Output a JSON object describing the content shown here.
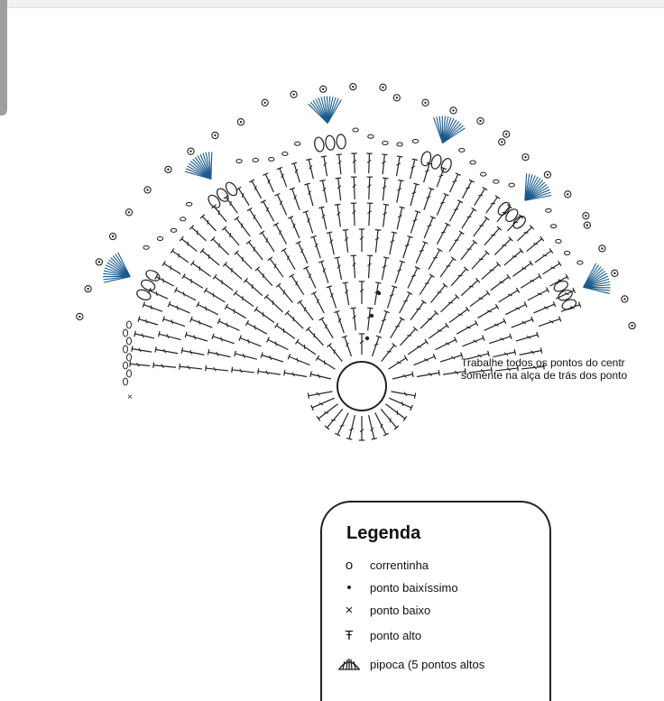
{
  "note": {
    "line1": "Trabalhe todos  os pontos do centr",
    "line2": "somente na alça de trás dos ponto"
  },
  "legend": {
    "title": "Legenda",
    "items": [
      {
        "symbol": "o",
        "icon": "chain-icon",
        "label": "correntinha"
      },
      {
        "symbol": "•",
        "icon": "slip-stitch-icon",
        "label": "ponto baixíssimo"
      },
      {
        "symbol": "×",
        "icon": "single-crochet-icon",
        "label": "ponto baixo"
      },
      {
        "symbol": "Ŧ",
        "icon": "double-crochet-icon",
        "label": "ponto alto"
      },
      {
        "symbol": "",
        "icon": "popcorn-icon",
        "label": "pipoca (5 pontos altos"
      }
    ]
  }
}
